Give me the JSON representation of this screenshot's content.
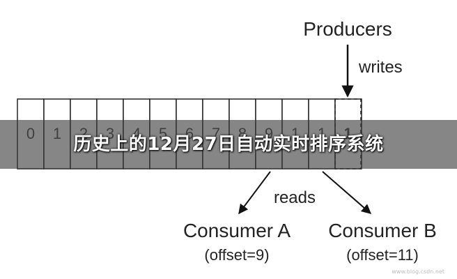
{
  "banner": {
    "title": "历史上的12月27日自动实时排序系统"
  },
  "diagram": {
    "producer_label": "Producers",
    "writes_label": "writes",
    "reads_label": "reads",
    "log_cells": [
      "0",
      "1",
      "2",
      "3",
      "4",
      "5",
      "6",
      "7",
      "8",
      "9",
      "1",
      "1",
      "1"
    ],
    "pending_cell": "1",
    "consumer_a": {
      "name": "Consumer A",
      "offset": "(offset=9)"
    },
    "consumer_b": {
      "name": "Consumer B",
      "offset": "(offset=11)"
    }
  },
  "watermark": "www.blog.csdn.net"
}
